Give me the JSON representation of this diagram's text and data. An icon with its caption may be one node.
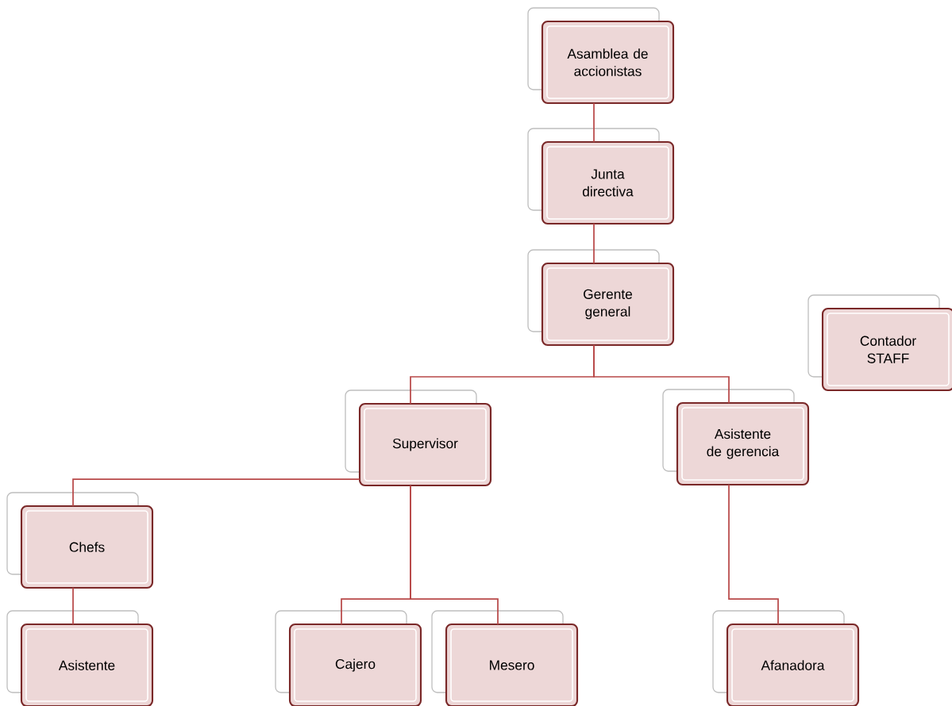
{
  "diagram": {
    "nodes": [
      {
        "text": [
          "Asamblea de accionistas"
        ]
      },
      {
        "text": [
          "Junta directiva"
        ]
      },
      {
        "text": [
          "Gerente general"
        ]
      },
      {
        "text": [
          "Contador STAFF"
        ]
      },
      {
        "text": [
          "Supervisor"
        ]
      },
      {
        "text": [
          "Asistente de gerencia"
        ]
      },
      {
        "text": [
          "Chefs"
        ]
      },
      {
        "text": [
          "Asistente"
        ]
      },
      {
        "text": [
          "Cajero"
        ]
      },
      {
        "text": [
          "Mesero"
        ]
      },
      {
        "text": [
          "Afanadora"
        ]
      }
    ],
    "edges": [
      {
        "from": 0,
        "to": 1,
        "arrow": "none"
      },
      {
        "from": 1,
        "to": 2,
        "arrow": "none"
      },
      {
        "from": 2,
        "to": 4,
        "arrow": "none"
      },
      {
        "from": 2,
        "to": 5,
        "arrow": "none"
      },
      {
        "from": 4,
        "to": 6,
        "arrow": "none"
      },
      {
        "from": 6,
        "to": 7,
        "arrow": "none"
      },
      {
        "from": 4,
        "to": 8,
        "arrow": "none"
      },
      {
        "from": 4,
        "to": 9,
        "arrow": "none"
      },
      {
        "from": 5,
        "to": 10,
        "arrow": "none"
      }
    ]
  }
}
